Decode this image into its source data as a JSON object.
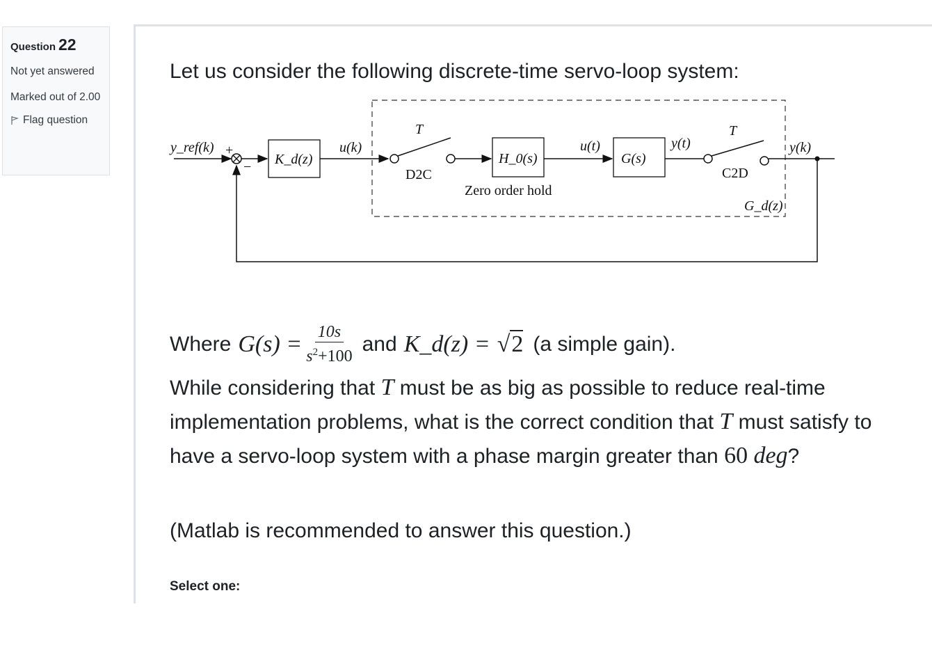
{
  "info": {
    "question_label": "Question",
    "question_number": "22",
    "state": "Not yet answered",
    "grade": "Marked out of 2.00",
    "flag": "Flag question"
  },
  "question": {
    "intro": "Let us consider the following discrete-time servo-loop system:",
    "where_prefix": "Where",
    "where_g": "G(s) =",
    "where_num": "10s",
    "where_den_base": "s",
    "where_den_exp": "2",
    "where_den_rest": "+100",
    "where_and": "and",
    "where_k": "K_d(z) =",
    "where_sqrt": "2",
    "where_suffix": "(a simple gain).",
    "body_1": "While considering that",
    "body_T1": "T",
    "body_2": "must be as big as possible to reduce real-time implementation problems, what is the correct condition that",
    "body_T2": "T",
    "body_3": "must satisfy to have a servo-loop system with a phase margin greater than",
    "body_val": "60",
    "body_unit": "deg",
    "body_end": "?",
    "note": "(Matlab is recommended to answer this question.)",
    "select_label": "Select one:"
  },
  "diagram": {
    "yref": "y_ref(k)",
    "plus": "+",
    "minus": "−",
    "kd": "K_d(z)",
    "uk": "u(k)",
    "T1": "T",
    "d2c": "D2C",
    "h0": "H_0(s)",
    "zoh": "Zero order hold",
    "ut": "u(t)",
    "gs": "G(s)",
    "yt": "y(t)",
    "T2": "T",
    "c2d": "C2D",
    "yk": "y(k)",
    "gd": "G_d(z)"
  }
}
